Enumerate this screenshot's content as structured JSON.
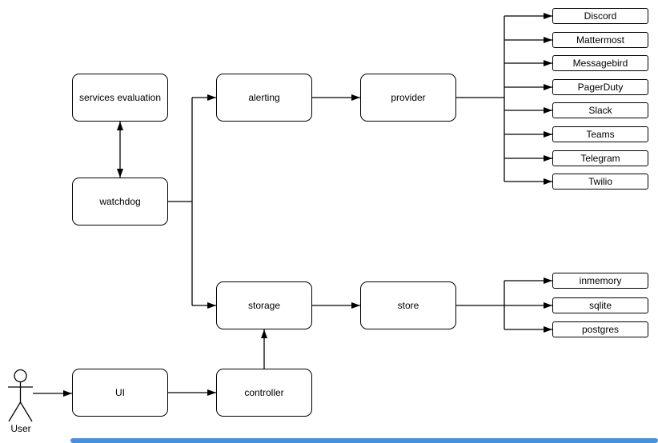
{
  "diagram": {
    "nodes": {
      "services_evaluation": "services evaluation",
      "watchdog": "watchdog",
      "alerting": "alerting",
      "provider": "provider",
      "storage": "storage",
      "store": "store",
      "ui": "UI",
      "controller": "controller"
    },
    "provider_children": [
      "Discord",
      "Mattermost",
      "Messagebird",
      "PagerDuty",
      "Slack",
      "Teams",
      "Telegram",
      "Twilio"
    ],
    "store_children": [
      "inmemory",
      "sqlite",
      "postgres"
    ],
    "actor_label": "User",
    "colors": {
      "stroke": "#000000",
      "node_fill": "#ffffff",
      "background": "#ffffff",
      "scrollbar": "#4a90d9"
    }
  }
}
